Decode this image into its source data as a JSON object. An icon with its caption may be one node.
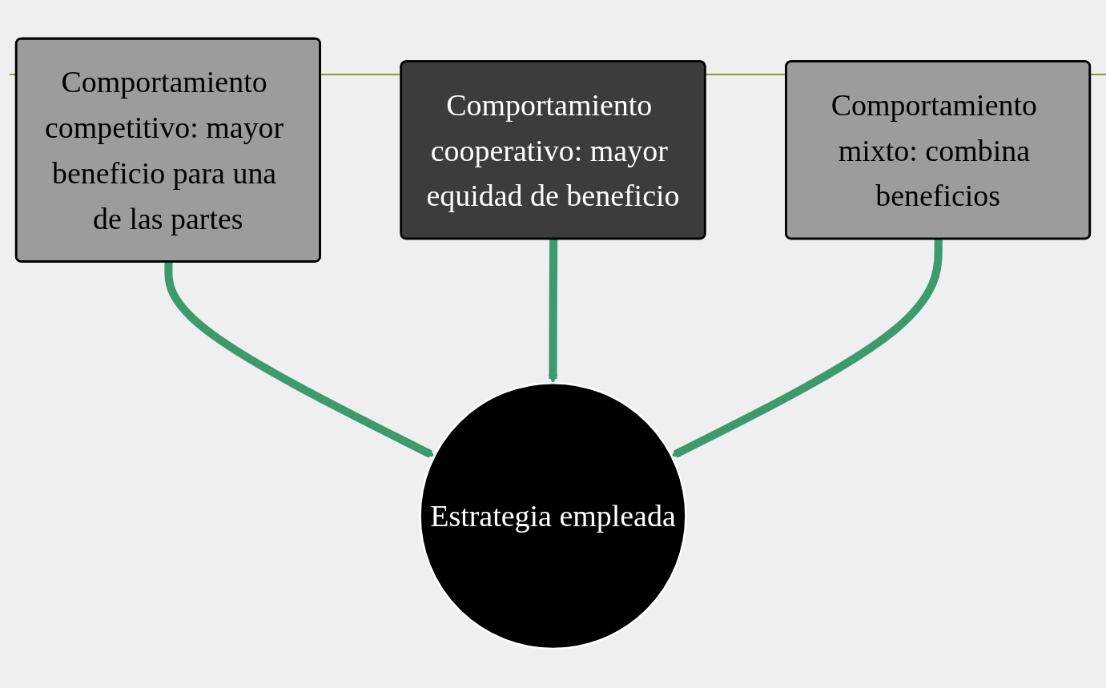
{
  "diagram": {
    "nodes": [
      {
        "text": [
          "Comportamiento competitivo: mayor beneficio para una de las partes"
        ]
      },
      {
        "text": [
          "Comportamiento cooperativo: mayor equidad de beneficio"
        ]
      },
      {
        "text": [
          "Comportamiento mixto: combina beneficios"
        ]
      },
      {
        "text": [
          "Estrategia empleada"
        ]
      }
    ],
    "edges": [
      {
        "from": 0,
        "to": 3,
        "arrow": "to"
      },
      {
        "from": 1,
        "to": 3,
        "arrow": "to"
      },
      {
        "from": 2,
        "to": 3,
        "arrow": "to"
      }
    ]
  }
}
